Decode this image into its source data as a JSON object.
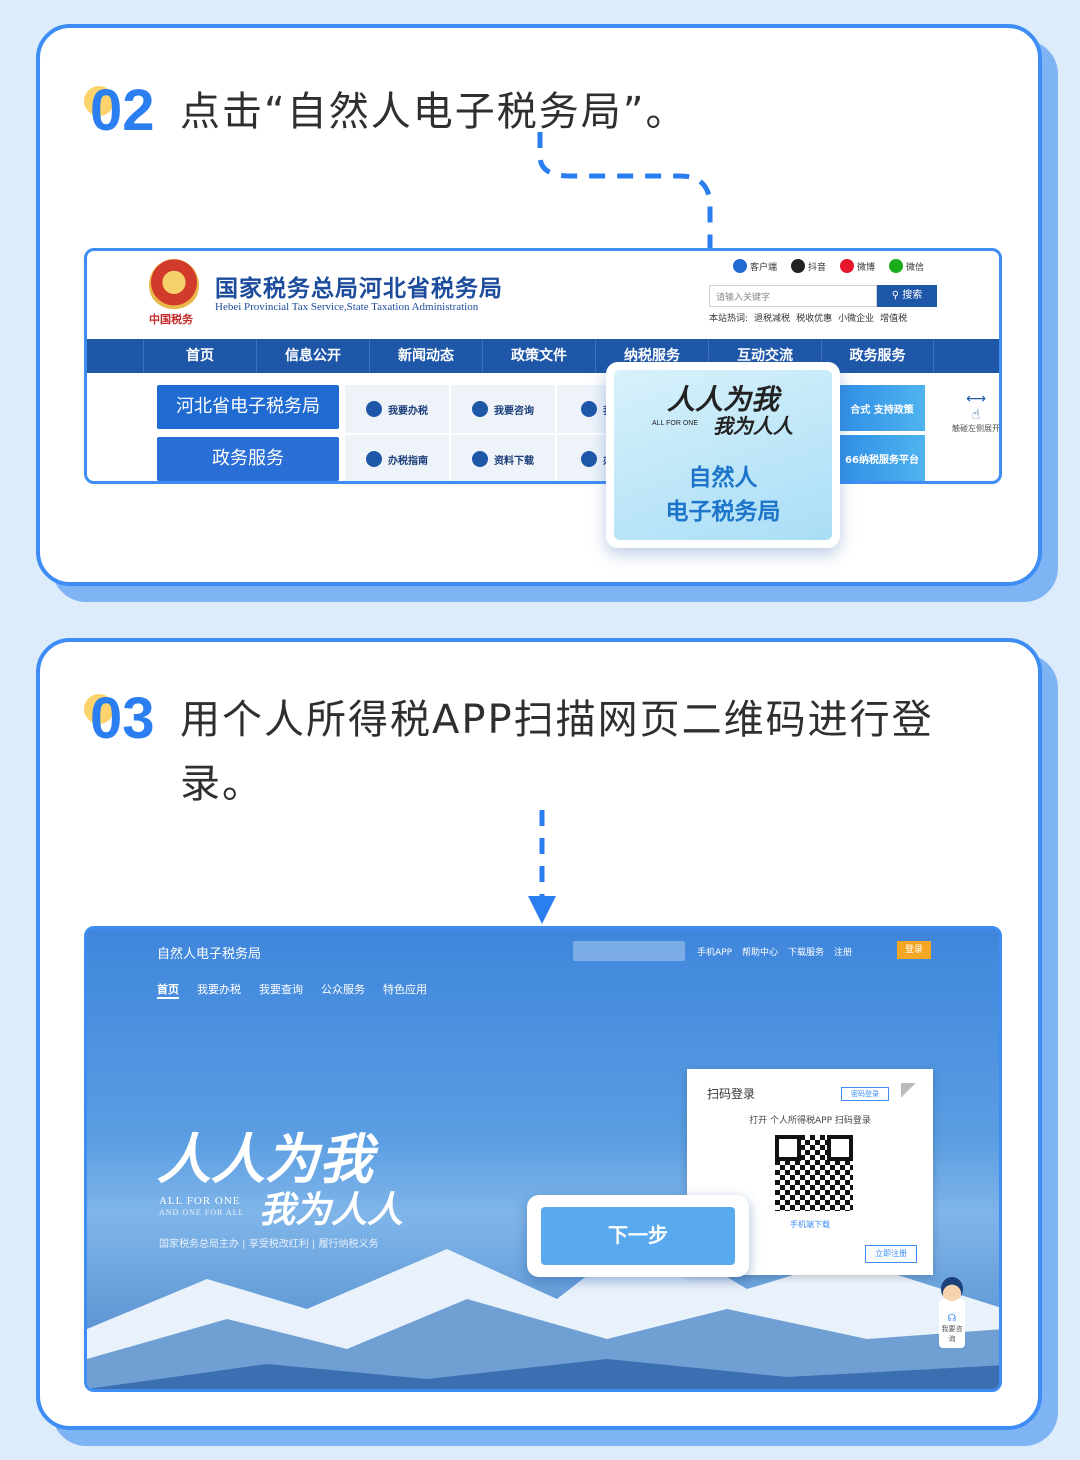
{
  "step2": {
    "number": "02",
    "instruction": "点击“自然人电子税务局”。",
    "site": {
      "emblem_text": "中国税务",
      "title": "国家税务总局河北省税务局",
      "subtitle": "Hebei Provincial Tax Service,State Taxation Administration",
      "top_links": [
        "客户端",
        "抖音",
        "微博",
        "微信"
      ],
      "search_placeholder": "请输入关键字",
      "search_button": "搜索",
      "hot_label": "本站热词:",
      "hot_words": [
        "退税减税",
        "税收优惠",
        "小微企业",
        "增值税"
      ],
      "nav": [
        "首页",
        "信息公开",
        "新闻动态",
        "政策文件",
        "纳税服务",
        "互动交流",
        "政务服务"
      ],
      "big_buttons": [
        "河北省电子税务局",
        "政务服务"
      ],
      "quick_links": [
        "我要办税",
        "我要咨询",
        "我",
        "办税指南",
        "资料下载",
        "办"
      ],
      "promo": [
        "合式 支持政策",
        "66纳税服务平台"
      ],
      "swipe_hint": "触碰左侧展开"
    },
    "popup": {
      "slogan_line1": "人人为我",
      "slogan_line2": "我为人人",
      "slogan_en": "ALL FOR ONE",
      "title_line1": "自然人",
      "title_line2": "电子税务局"
    }
  },
  "step3": {
    "number": "03",
    "instruction": "用个人所得税APP扫描网页二维码进行登录。",
    "site": {
      "title": "自然人电子税务局",
      "top_links": [
        "手机APP",
        "帮助中心",
        "下载服务",
        "注册"
      ],
      "login_button": "登录",
      "nav": [
        "首页",
        "我要办税",
        "我要查询",
        "公众服务",
        "特色应用"
      ],
      "slogan_line1": "人人为我",
      "slogan_line2": "我为人人",
      "slogan_en_line1": "ALL FOR ONE",
      "slogan_en_line2": "AND ONE FOR ALL",
      "slogan_footer": "国家税务总局主办 | 享受税改红利 | 履行纳税义务",
      "login_box": {
        "title": "扫码登录",
        "password_login": "密码登录",
        "hint": "打开 个人所得税APP 扫码登录",
        "mobile_download": "手机端下载",
        "register": "立即注册"
      },
      "next_button": "下一步",
      "assistant": "我要咨询"
    }
  }
}
